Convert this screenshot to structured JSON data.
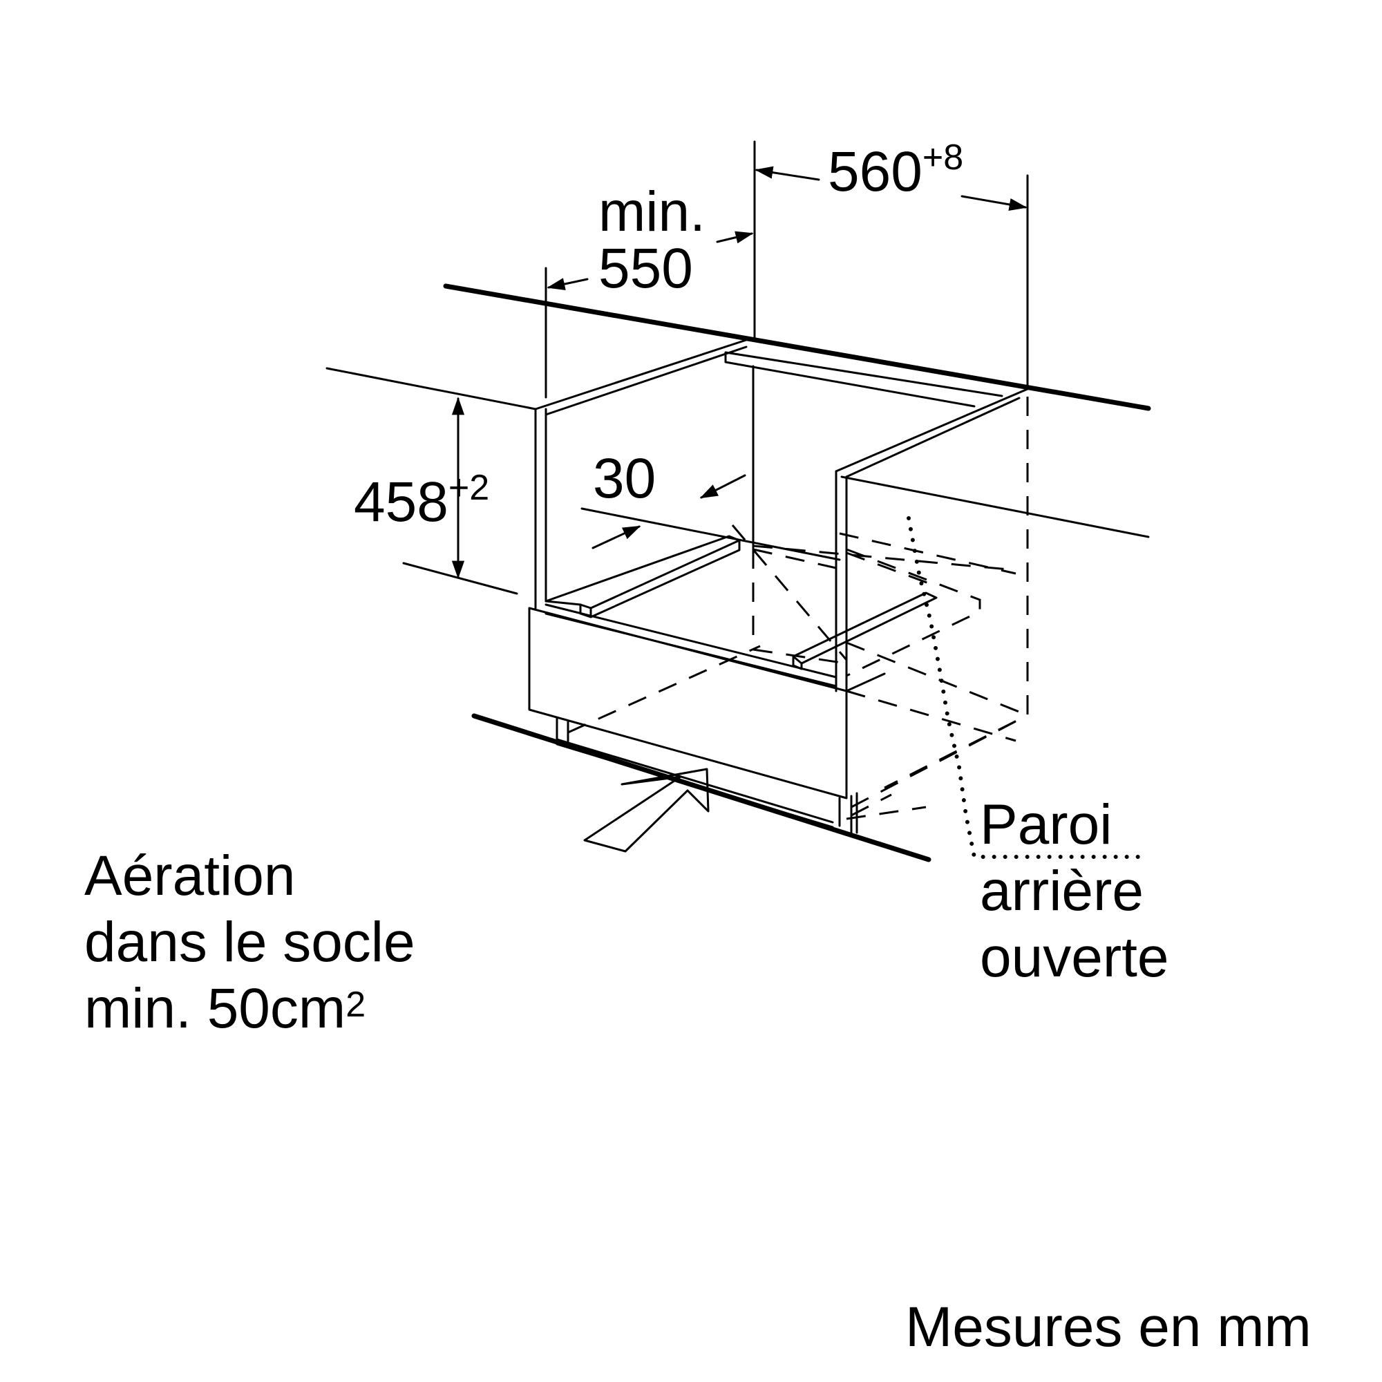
{
  "dimensions": {
    "width_value": "560",
    "width_tol": "+8",
    "min_label": "min.",
    "depth_value": "550",
    "height_value": "458",
    "height_tol": "+2",
    "gap_value": "30"
  },
  "notes": {
    "ventilation": [
      "Aération",
      "dans le socle",
      "min. 50cm"
    ],
    "ventilation_sup": "2",
    "back_wall": [
      "Paroi",
      "arrière",
      "ouverte"
    ],
    "units": "Mesures en mm"
  },
  "colors": {
    "line": "#000000",
    "background": "#ffffff"
  }
}
